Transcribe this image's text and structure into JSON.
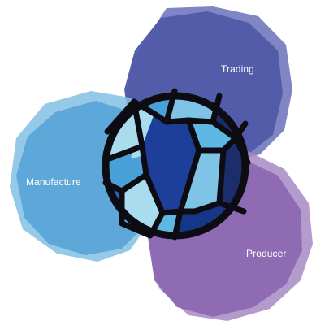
{
  "diagram": {
    "segments": [
      {
        "id": "trading",
        "label": "Trading",
        "color": "#4f5aa8",
        "shadow_color": "#6a70b8"
      },
      {
        "id": "manufacture",
        "label": "Manufacture",
        "color": "#5aa6d8",
        "shadow_color": "#83bfe4"
      },
      {
        "id": "producer",
        "label": "Producer",
        "color": "#8c68b0",
        "shadow_color": "#a68ac6"
      }
    ],
    "center_emblem": {
      "icon": "stained-glass-globe-icon",
      "outline_color": "#0c0c12",
      "palette": [
        "#1d3f9a",
        "#2a63c2",
        "#4aa0d8",
        "#7fc4e6",
        "#a9dced",
        "#1b2d6b",
        "#5fb8e3",
        "#163785"
      ]
    }
  }
}
